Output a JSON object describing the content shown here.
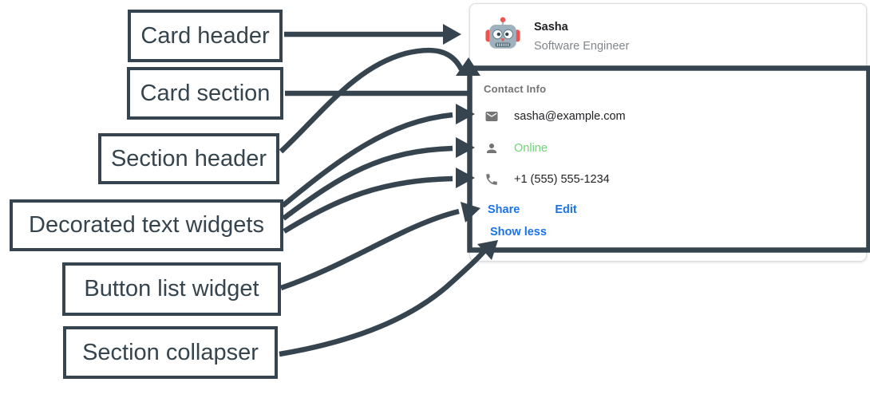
{
  "diagram": {
    "labels": [
      {
        "text": "Card header"
      },
      {
        "text": "Card section"
      },
      {
        "text": "Section header"
      },
      {
        "text": "Decorated text widgets"
      },
      {
        "text": "Button list widget"
      },
      {
        "text": "Section collapser"
      }
    ]
  },
  "card": {
    "header": {
      "avatar_icon": "robot-icon",
      "name": "Sasha",
      "subtitle": "Software Engineer"
    },
    "section": {
      "title": "Contact Info",
      "rows": [
        {
          "icon": "mail-icon",
          "text": "sasha@example.com"
        },
        {
          "icon": "person-icon",
          "text": "Online"
        },
        {
          "icon": "phone-icon",
          "text": "+1 (555) 555-1234"
        }
      ],
      "buttons": [
        {
          "label": "Share"
        },
        {
          "label": "Edit"
        }
      ],
      "collapser": {
        "label": "Show less"
      }
    }
  },
  "colors": {
    "annotation_dark": "#35444e",
    "link_blue": "#1a73e8",
    "online_green": "#6cd574",
    "text_dark": "#202124",
    "text_gray": "#80868b",
    "icon_gray": "#757575",
    "card_border": "#dadce0"
  }
}
